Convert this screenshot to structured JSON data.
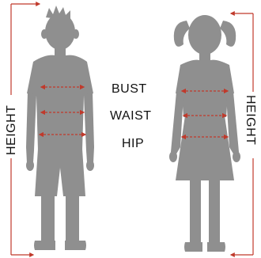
{
  "labels": {
    "bust": "BUST",
    "waist": "WAIST",
    "hip": "HIP",
    "height_left": "HEIGHT",
    "height_right": "HEIGHT"
  },
  "colors": {
    "silhouette": "#8f8f8f",
    "measure_line": "#c0392b",
    "text": "#111111",
    "background": "#ffffff"
  },
  "figures": [
    "boy-silhouette",
    "girl-silhouette"
  ]
}
